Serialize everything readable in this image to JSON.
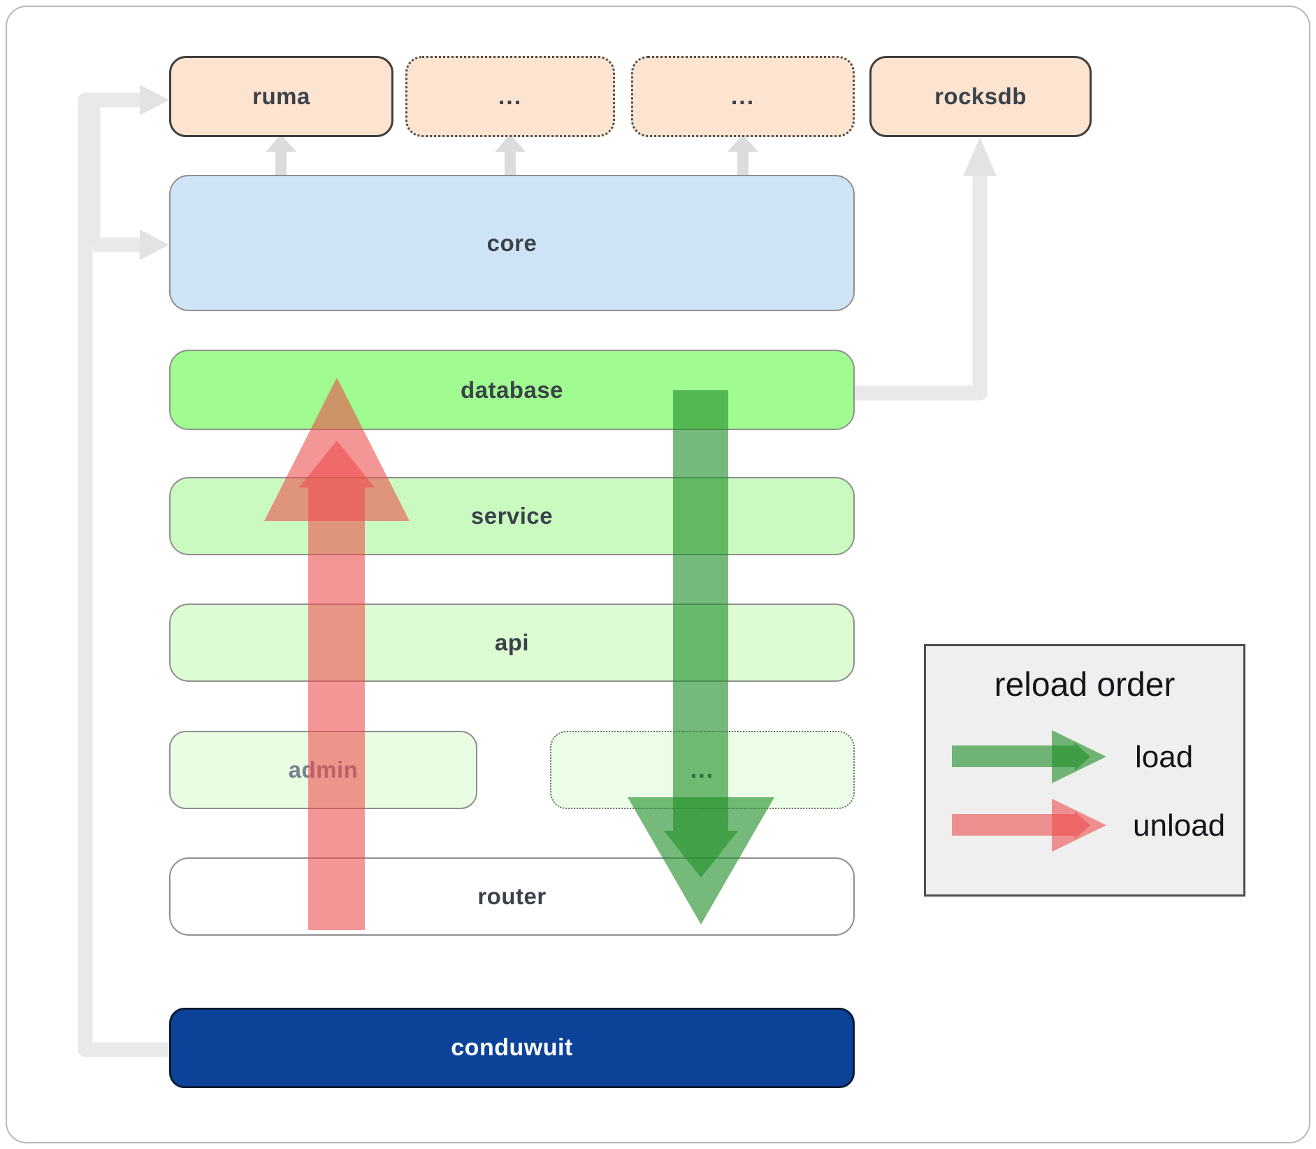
{
  "diagram": {
    "top_row": {
      "ruma": "ruma",
      "ellipsis1": "...",
      "ellipsis2": "...",
      "rocksdb": "rocksdb"
    },
    "layers": {
      "core": "core",
      "database": "database",
      "service": "service",
      "api": "api",
      "admin": "admin",
      "admin_ellipsis": "...",
      "router": "router",
      "conduwuit": "conduwuit"
    }
  },
  "legend": {
    "title": "reload order",
    "load_label": "load",
    "unload_label": "unload"
  },
  "colors": {
    "load_green": "#22902a",
    "unload_red": "#ee4a4a",
    "conduwuit_navy": "#0c4399",
    "database_green": "#a0fb90",
    "core_blue": "#d0e4f8",
    "dependency_peach": "#fce4d1",
    "connector_gray": "#e9e9e9",
    "legend_background": "#efefef"
  }
}
